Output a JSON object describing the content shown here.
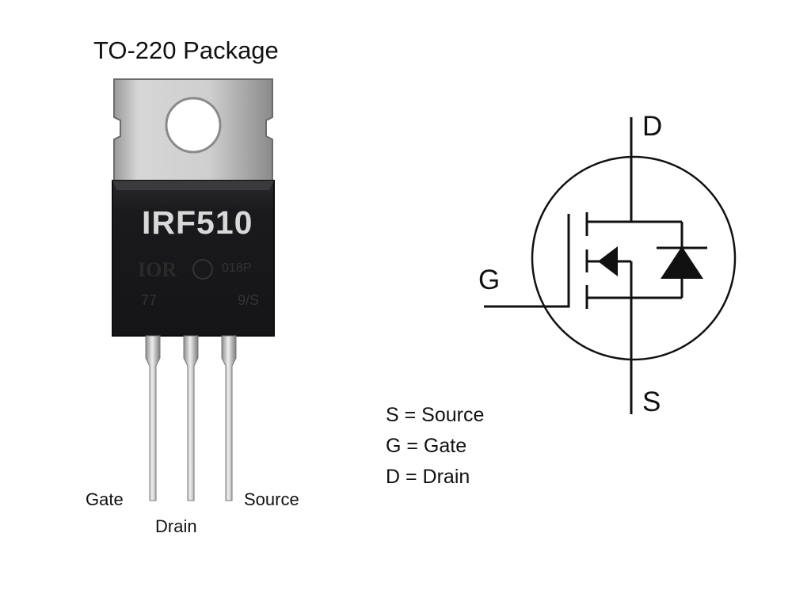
{
  "package": {
    "title": "TO-220 Package",
    "part_number": "IRF510",
    "maker_code": "IOR",
    "date_code": "018P",
    "lot_code": "77",
    "lot_code_2": "9/S",
    "colors": {
      "tab": "#c8c8c8",
      "body": "#1c1c1e",
      "lead": "#bdbdbd"
    }
  },
  "pins": {
    "gate": "Gate",
    "drain": "Drain",
    "source": "Source"
  },
  "legend": [
    "S = Source",
    "G = Gate",
    "D = Drain"
  ],
  "symbol": {
    "drain": "D",
    "gate": "G",
    "source": "S"
  }
}
